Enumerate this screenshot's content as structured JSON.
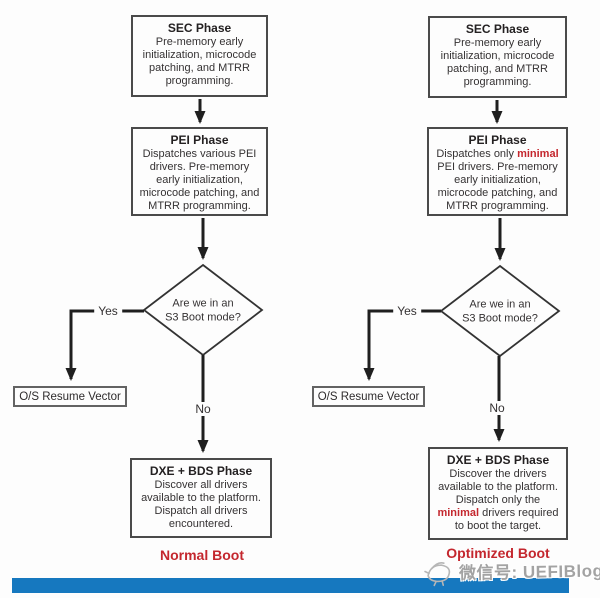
{
  "colors": {
    "accent_red": "#c4272e",
    "bar_blue": "#1678bf",
    "line_dark": "#262626"
  },
  "left": {
    "sec": {
      "title": "SEC Phase",
      "body": "Pre-memory early initialization, microcode patching, and MTRR programming."
    },
    "pei": {
      "title": "PEI Phase",
      "body": "Dispatches various PEI drivers. Pre-memory early initialization, microcode patching, and MTRR programming."
    },
    "decision": {
      "question_line1": "Are we in an",
      "question_line2": "S3 Boot mode?",
      "yes_label": "Yes",
      "no_label": "No"
    },
    "resume_label": "O/S Resume Vector",
    "dxe": {
      "title": "DXE + BDS Phase",
      "body": "Discover all drivers available to the platform. Dispatch all drivers encountered."
    },
    "caption": "Normal Boot"
  },
  "right": {
    "sec": {
      "title": "SEC Phase",
      "body": "Pre-memory early initialization, microcode patching, and MTRR programming."
    },
    "pei": {
      "title": "PEI Phase",
      "body": {
        "pre": "Dispatches only ",
        "highlight": "minimal",
        "post": " PEI drivers. Pre-memory early initialization, microcode patching, and MTRR programming."
      }
    },
    "decision": {
      "question_line1": "Are we in an",
      "question_line2": "S3 Boot mode?",
      "yes_label": "Yes",
      "no_label": "No"
    },
    "resume_label": "O/S Resume Vector",
    "dxe": {
      "title": "DXE + BDS Phase",
      "body": {
        "pre": "Discover the drivers available to the platform. Dispatch only the ",
        "highlight": "minimal",
        "post": " drivers required to boot the target."
      }
    },
    "caption": "Optimized Boot"
  },
  "watermark": {
    "text": "微信号: UEFIBlog"
  }
}
